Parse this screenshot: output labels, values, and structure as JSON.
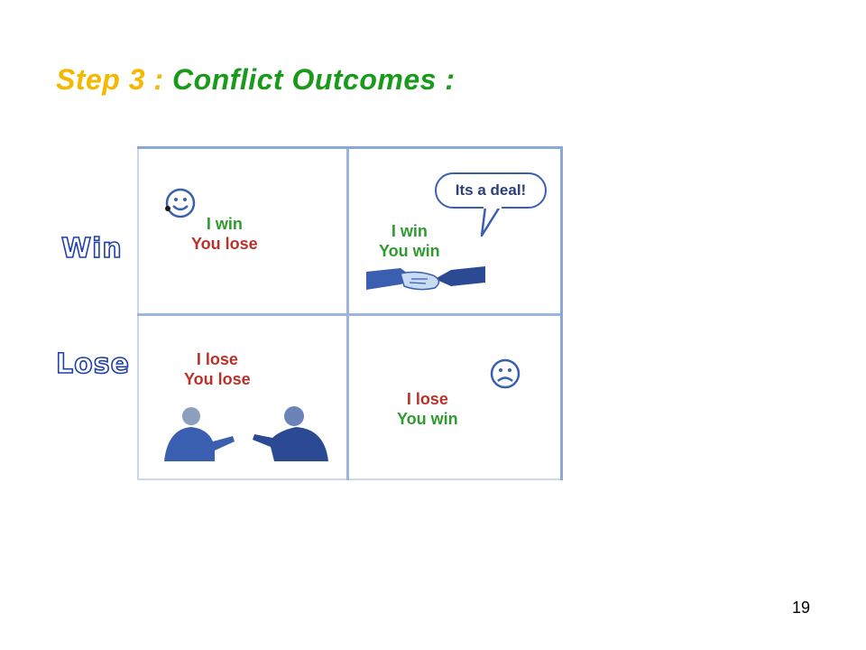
{
  "slide": {
    "title_step": "Step 3 :",
    "title_topic": "Conflict Outcomes :",
    "page_number": "19"
  },
  "axis_labels": {
    "win": "Win",
    "lose": "Lose"
  },
  "matrix": {
    "top_left": {
      "line1": "I win",
      "line2": "You lose",
      "icon": "happy-face-icon"
    },
    "top_right": {
      "line1": "I win",
      "line2": "You win",
      "bubble": "Its a deal!",
      "icon": "handshake-icon"
    },
    "bottom_left": {
      "line1": "I lose",
      "line2": "You lose",
      "icon": "arguing-people-icon"
    },
    "bottom_right": {
      "line1": "I lose",
      "line2": "You win",
      "icon": "sad-face-icon"
    }
  },
  "colors": {
    "step": "#f5b800",
    "topic": "#1a9a1a",
    "label_outline": "#1e3fa8",
    "win_text": "#2f9a2f",
    "lose_text": "#b8322a",
    "grid": "#9bb5dd"
  }
}
